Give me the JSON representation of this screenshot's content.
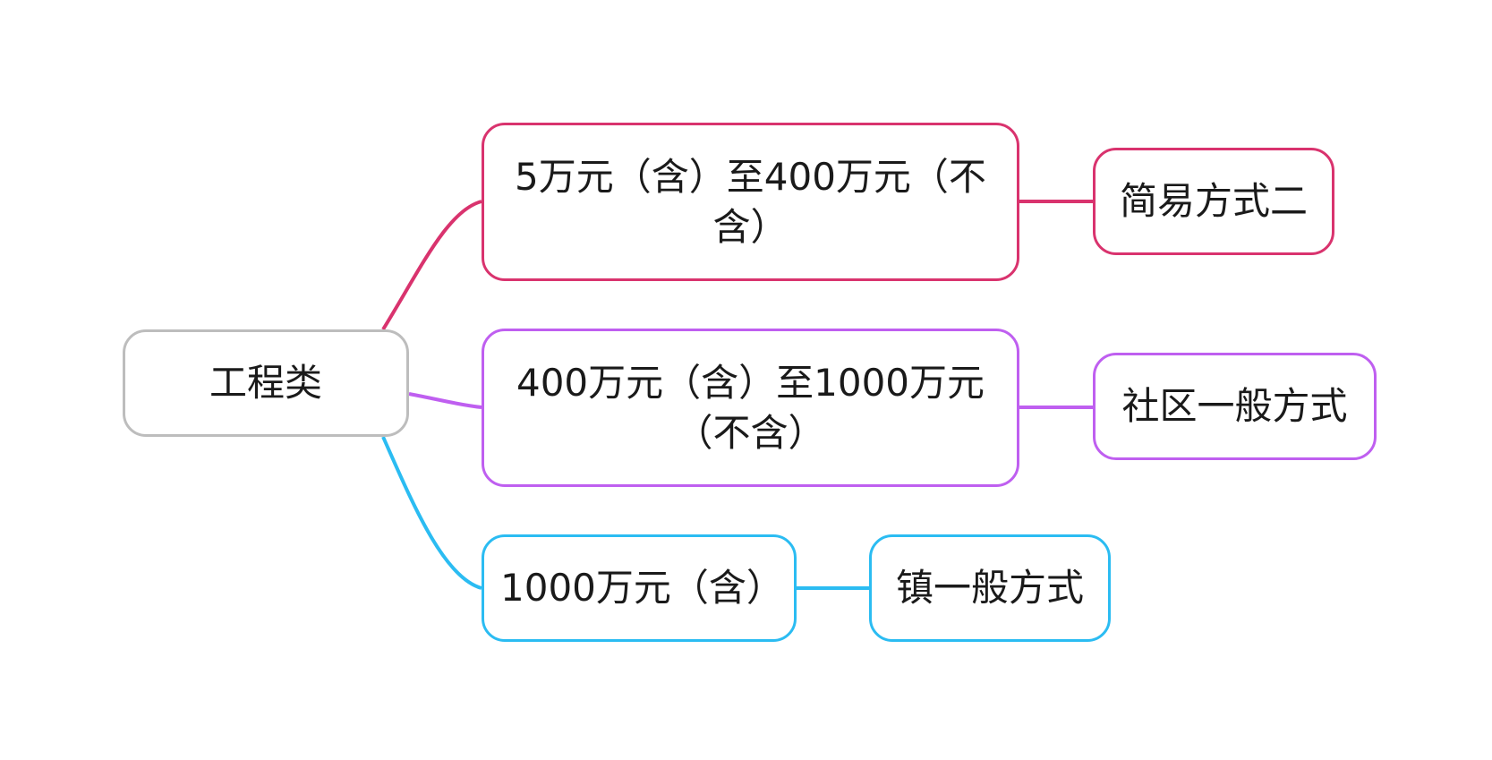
{
  "root": {
    "label": "工程类",
    "color": "#bdbdbd"
  },
  "branches": [
    {
      "label": "5万元（含）至400万元（不含）",
      "color": "#d9336e",
      "result": "简易方式二"
    },
    {
      "label": "400万元（含）至1000万元（不含）",
      "color": "#bf5ff0",
      "result": "社区一般方式"
    },
    {
      "label": "1000万元（含）",
      "color": "#2bbcf2",
      "result": "镇一般方式"
    }
  ]
}
